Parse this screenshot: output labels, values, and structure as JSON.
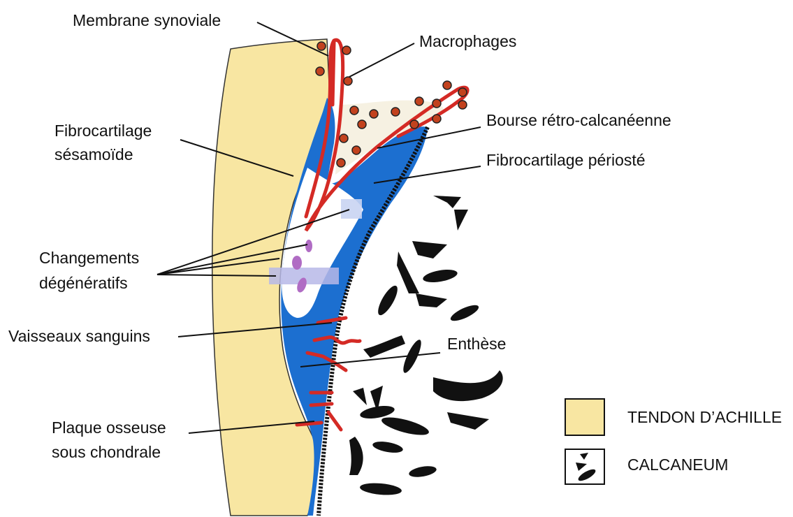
{
  "diagram": {
    "labels": {
      "membrane_synoviale": "Membrane synoviale",
      "macrophages": "Macrophages",
      "fibrocartilage_sesamoide_1": "Fibrocartilage",
      "fibrocartilage_sesamoide_2": "sésamoïde",
      "bourse": "Bourse rétro-calcanéenne",
      "fibrocartilage_perioste": "Fibrocartilage périosté",
      "changements_1": "Changements",
      "changements_2": "dégénératifs",
      "vaisseaux": "Vaisseaux sanguins",
      "enthese": "Enthèse",
      "plaque_1": "Plaque osseuse",
      "plaque_2": "sous chondrale"
    },
    "legend": [
      {
        "label": "TENDON D’ACHILLE",
        "color": "#f8e6a2",
        "icon": "tendon-swatch"
      },
      {
        "label": "CALCANEUM",
        "color": "#111111",
        "icon": "calcaneum-swatch"
      }
    ],
    "colors": {
      "tendon": "#f8e6a2",
      "fibrocartilage": "#1c6fd0",
      "bone": "#111111",
      "synovial": "#d42a25",
      "bursa": "#f6f1e2",
      "degenerative": "#c48ad0"
    }
  }
}
